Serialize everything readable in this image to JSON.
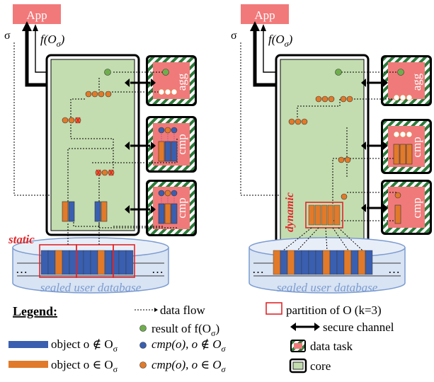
{
  "left": {
    "app": "App",
    "sigma": "σ",
    "f_prefix": "f(O",
    "f_sub": "σ",
    "f_suffix": ")",
    "label_static": "static",
    "tasks": [
      "agg",
      "cmp",
      "cmp"
    ],
    "db_label": "sealed user database",
    "ellipsis": "…"
  },
  "right": {
    "app": "App",
    "sigma": "σ",
    "f_prefix": "f(O",
    "f_sub": "σ",
    "f_suffix": ")",
    "label_dynamic": "dynamic",
    "tasks": [
      "agg",
      "cmp",
      "cmp"
    ],
    "db_label": "sealed user database",
    "ellipsis": "…"
  },
  "legend": {
    "title": "Legend:",
    "data_flow": "data flow",
    "result": "result of f(O",
    "result_sub": "σ",
    "result_close": ")",
    "cmp_not": "cmp(o), o ∉ O",
    "cmp_in": "cmp(o), o ∈ O",
    "obj_not": "object o ∉ O",
    "obj_in": "object o ∈ O",
    "sub": "σ",
    "partition": "partition of O (k=3)",
    "secure_channel": "secure channel",
    "data_task": "data task",
    "core": "core"
  },
  "colors": {
    "app": "#f2797a",
    "core_fill": "#c3ddb0",
    "task_fill": "#f07a7a",
    "stripe_green": "#2b7a3a",
    "blue": "#3a5fb0",
    "orange": "#e17a2a",
    "green_dot": "#6fae4c",
    "db_fill": "#d8e3f3",
    "partition": "#e0262a",
    "static_red": "#e0262a"
  }
}
